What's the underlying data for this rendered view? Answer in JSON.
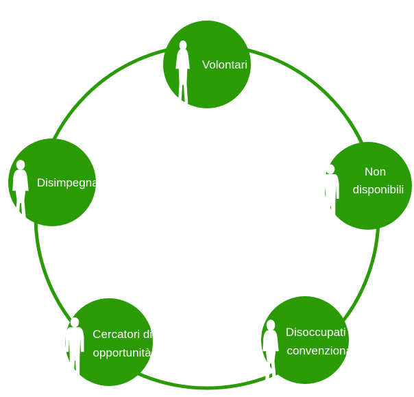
{
  "colors": {
    "node_fill": "#2a9a05",
    "ring_stroke": "#2a9a05",
    "label_text": "#ffffff",
    "silhouette": "#ffffff",
    "background": "#ffffff"
  },
  "nodes": [
    {
      "id": "volontari",
      "lines": [
        "Volontari"
      ],
      "icon": "woman-silhouette-icon"
    },
    {
      "id": "non-disponibili",
      "lines": [
        "Non",
        "disponibili"
      ],
      "icon": "man-silhouette-icon"
    },
    {
      "id": "disoccupati-convenzionali",
      "lines": [
        "Disoccupati",
        "convenzionali"
      ],
      "icon": "woman-silhouette-icon"
    },
    {
      "id": "cercatori-di-opportunita",
      "lines": [
        "Cercatori di",
        "opportunità"
      ],
      "icon": "man-silhouette-icon"
    },
    {
      "id": "disimpegnati",
      "lines": [
        "Disimpegnati"
      ],
      "icon": "woman-silhouette-icon"
    }
  ]
}
